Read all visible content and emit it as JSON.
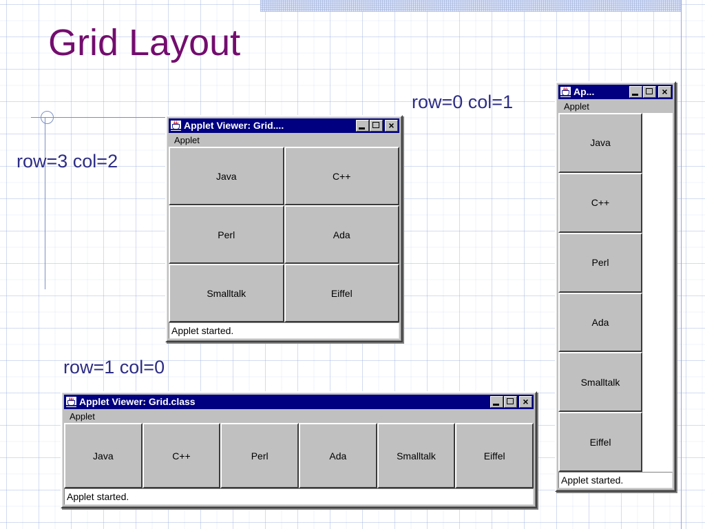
{
  "slide": {
    "title": "Grid Layout",
    "title_color": "#730D6E",
    "annotation_color": "#2d2d86",
    "background": "#ffffff"
  },
  "annotations": [
    {
      "id": "annot-row0-col1",
      "text": "row=0 col=1"
    },
    {
      "id": "annot-row3-col2",
      "text": "row=3 col=2"
    },
    {
      "id": "annot-row1-col0",
      "text": "row=1 col=0"
    }
  ],
  "windows": [
    {
      "id": "win-grid32",
      "title": "Applet Viewer: Grid....",
      "icon": "java-cup-icon",
      "menu": "Applet",
      "status": "Applet started.",
      "rows": 3,
      "cols": 2,
      "buttons": [
        "Java",
        "C++",
        "Perl",
        "Ada",
        "Smalltalk",
        "Eiffel"
      ],
      "controls": {
        "minimize": "_",
        "maximize": "□",
        "close": "×"
      }
    },
    {
      "id": "win-grid16",
      "title": "Applet Viewer: Grid.class",
      "icon": "java-cup-icon",
      "menu": "Applet",
      "status": "Applet started.",
      "rows": 1,
      "cols": 6,
      "buttons": [
        "Java",
        "C++",
        "Perl",
        "Ada",
        "Smalltalk",
        "Eiffel"
      ],
      "controls": {
        "minimize": "_",
        "maximize": "□",
        "close": "×"
      }
    },
    {
      "id": "win-grid61",
      "title": "Ap...",
      "icon": "java-cup-icon",
      "menu": "Applet",
      "status": "Applet started.",
      "rows": 6,
      "cols": 1,
      "buttons": [
        "Java",
        "C++",
        "Perl",
        "Ada",
        "Smalltalk",
        "Eiffel"
      ],
      "controls": {
        "minimize": "_",
        "maximize": "□",
        "close": "×"
      }
    }
  ],
  "colors": {
    "titlebar": "#000080",
    "window_face": "#c0c0c0",
    "grid_line": "#8ca0d7",
    "top_band": "#dde4f6"
  }
}
